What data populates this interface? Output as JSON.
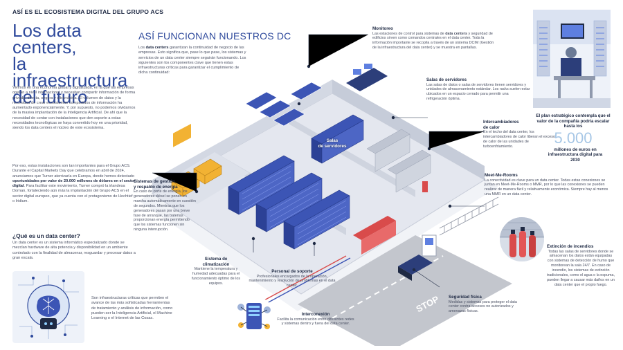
{
  "header": {
    "kicker": "ASÍ ES EL ECOSISTEMA DIGITAL DEL GRUPO ACS",
    "title_l1": "Los data centers,",
    "title_l2": "la infraestructura",
    "title_l3": "del futuro"
  },
  "intro": {
    "p1": "Vivimos en una economía global y digitalizada, en la que las empresas operan a nivel internacional y necesitan compartir información de forma privada, directa, segura y ultrarrápida. El volumen de datos y la necesidad de crear ecosistemas compartidos de información ha aumentado exponencialmente. Y, por supuesto, no podemos olvidarnos de la masiva implantación de la Inteligencia Artificial. De ahí que la necesidad de contar con instalaciones que den soporte a estas necesidades tecnológicas se haya convertido hoy en una prioridad, siendo los data centers el núcleo de este ecosistema.",
    "p2_a": "Por eso, estas instalaciones son tan importantes para el Grupo ACS. Durante el Capital Markets Day que celebramos en abril de 2024, anunciamos que Turner aterrizaría en Europa, donde hemos detectado ",
    "p2_bold": "oportunidades por valor de 20.000 millones de dólares en el sector digital",
    "p2_b": ". Para facilitar este movimiento, Turner compró la irlandesa Dornan, fortaleciendo aún más la implantación del Grupo ACS en el sector digital europeo, que ya cuenta con el protagonismo de Hochtief o Iridium."
  },
  "what_is": {
    "heading": "¿Qué es un data center?",
    "text": "Un data center es un sistema informático especializado donde se mezclan hardware de alta potencia y disponibilidad en un ambiente controlado con la finalidad de almacenar, resguardar y procesar datos a gran escala.",
    "caption": "Son infraestructuras críticas que permiten el avance de las más sofisticadas herramientas de tratamiento y análisis de información, como pueden ser la Inteligencia Artificial, el Machine Learning o el Internet de las Cosas."
  },
  "how": {
    "heading": "ASÍ FUNCIONAN NUESTROS DC",
    "text_a": "Los ",
    "text_bold": "data centers",
    "text_b": " garantizan la continuidad de negocio de las empresas. Esto significa que, pase lo que pase, los sistemas y servicios de un data center siempre seguirán funcionando. Los siguientes son los componentes clave que tienen estas infraestructuras críticas para garantizar el cumplimiento de dicha continuidad:"
  },
  "labels": {
    "monitoreo_title": "Monitoreo",
    "monitoreo_a": "Las estaciones de control para sistemas de ",
    "monitoreo_bold": "data centers",
    "monitoreo_b": " y seguridad de edificios sirven como comandos centrales en el data center. Toda la información importante se recopila a través de un sistema DCIM (Gestión de la infraestructura del data center) y se muestra en pantallas.",
    "salas_title": "Salas de servidores",
    "salas_text": "Las salas de datos o salas de servidores tienen servidores y unidades de almacenamiento estándar. Los racks suelen estar ubicados en un espacio cerrado para permitir una refrigeración óptima.",
    "salas_tag_l1": "Salas",
    "salas_tag_l2": "de servidores",
    "inter_title_l1": "Intercambiadores",
    "inter_title_l2": "de calor",
    "inter_text": "En el techo del data center, los intercambiadores de calor liberan el exceso de calor de las unidades de turboenfriamiento.",
    "mmr_title": "Meet-Me-Rooms",
    "mmr_text": "La conectividad es clave para un data center. Todas estas conexiones se juntan en Meet-Me-Rooms o MMR, por lo que las conexiones se pueden realizar de manera fácil y relativamente económica. Siempre hay al menos una MMR en un data center.",
    "gestion_title_l1": "Sistemas de gestión",
    "gestion_title_l2": "y respaldo de energía",
    "gestion_text": "En caso de corte de energía, los generadores diésel se ponen en marcha automáticamente en cuestión de segundos. Mientras que los generadores pasan por una breve fase de arranque, las baterías proporcionan energía permitiendo que los sistemas funcionen sin ninguna interrupción.",
    "clima_title_l1": "Sistema de",
    "clima_title_l2": "climatización",
    "clima_text": "Mantiene la temperatura y humedad adecuadas para el funcionamiento óptimo de los equipos.",
    "soporte_title": "Personal de soporte",
    "soporte_text": "Profesionales encargados de la operación, mantenimiento y resolución de problemas en el data center.",
    "interconexion_title": "Interconexión",
    "interconexion_text": "Facilita la comunicación entre diferentes redes y sistemas dentro y fuera del data center.",
    "seguridad_title": "Seguridad física",
    "seguridad_text": "Medidas y sistemas para proteger el data center contra accesos no autorizados y amenazas físicas.",
    "extincion_title": "Extinción de incendios",
    "extincion_text": "Todas las salas de servidores donde se almacenan los datos están equipadas con sistemas de detección de humo que monitorean la sala 24/7. En caso de incendio, los sistemas de extinción tradicionales, como el agua o la espuma, pueden llegar a causar más daños en un data center que el propio fuego.",
    "stop_text": "STOP"
  },
  "stat": {
    "pre": "El plan estratégico contempla que el valor de la compañía podría escalar hasta los",
    "number": "5.000",
    "post": "millones de euros en infraestructura digital para 2030"
  },
  "colors": {
    "title_blue": "#2f4a9c",
    "navy": "#1f2a44",
    "rack_blue": "#3c55b5",
    "floor": "#e9ebf1",
    "wall": "#d7dbe5",
    "accent_red": "#d94b4b"
  }
}
